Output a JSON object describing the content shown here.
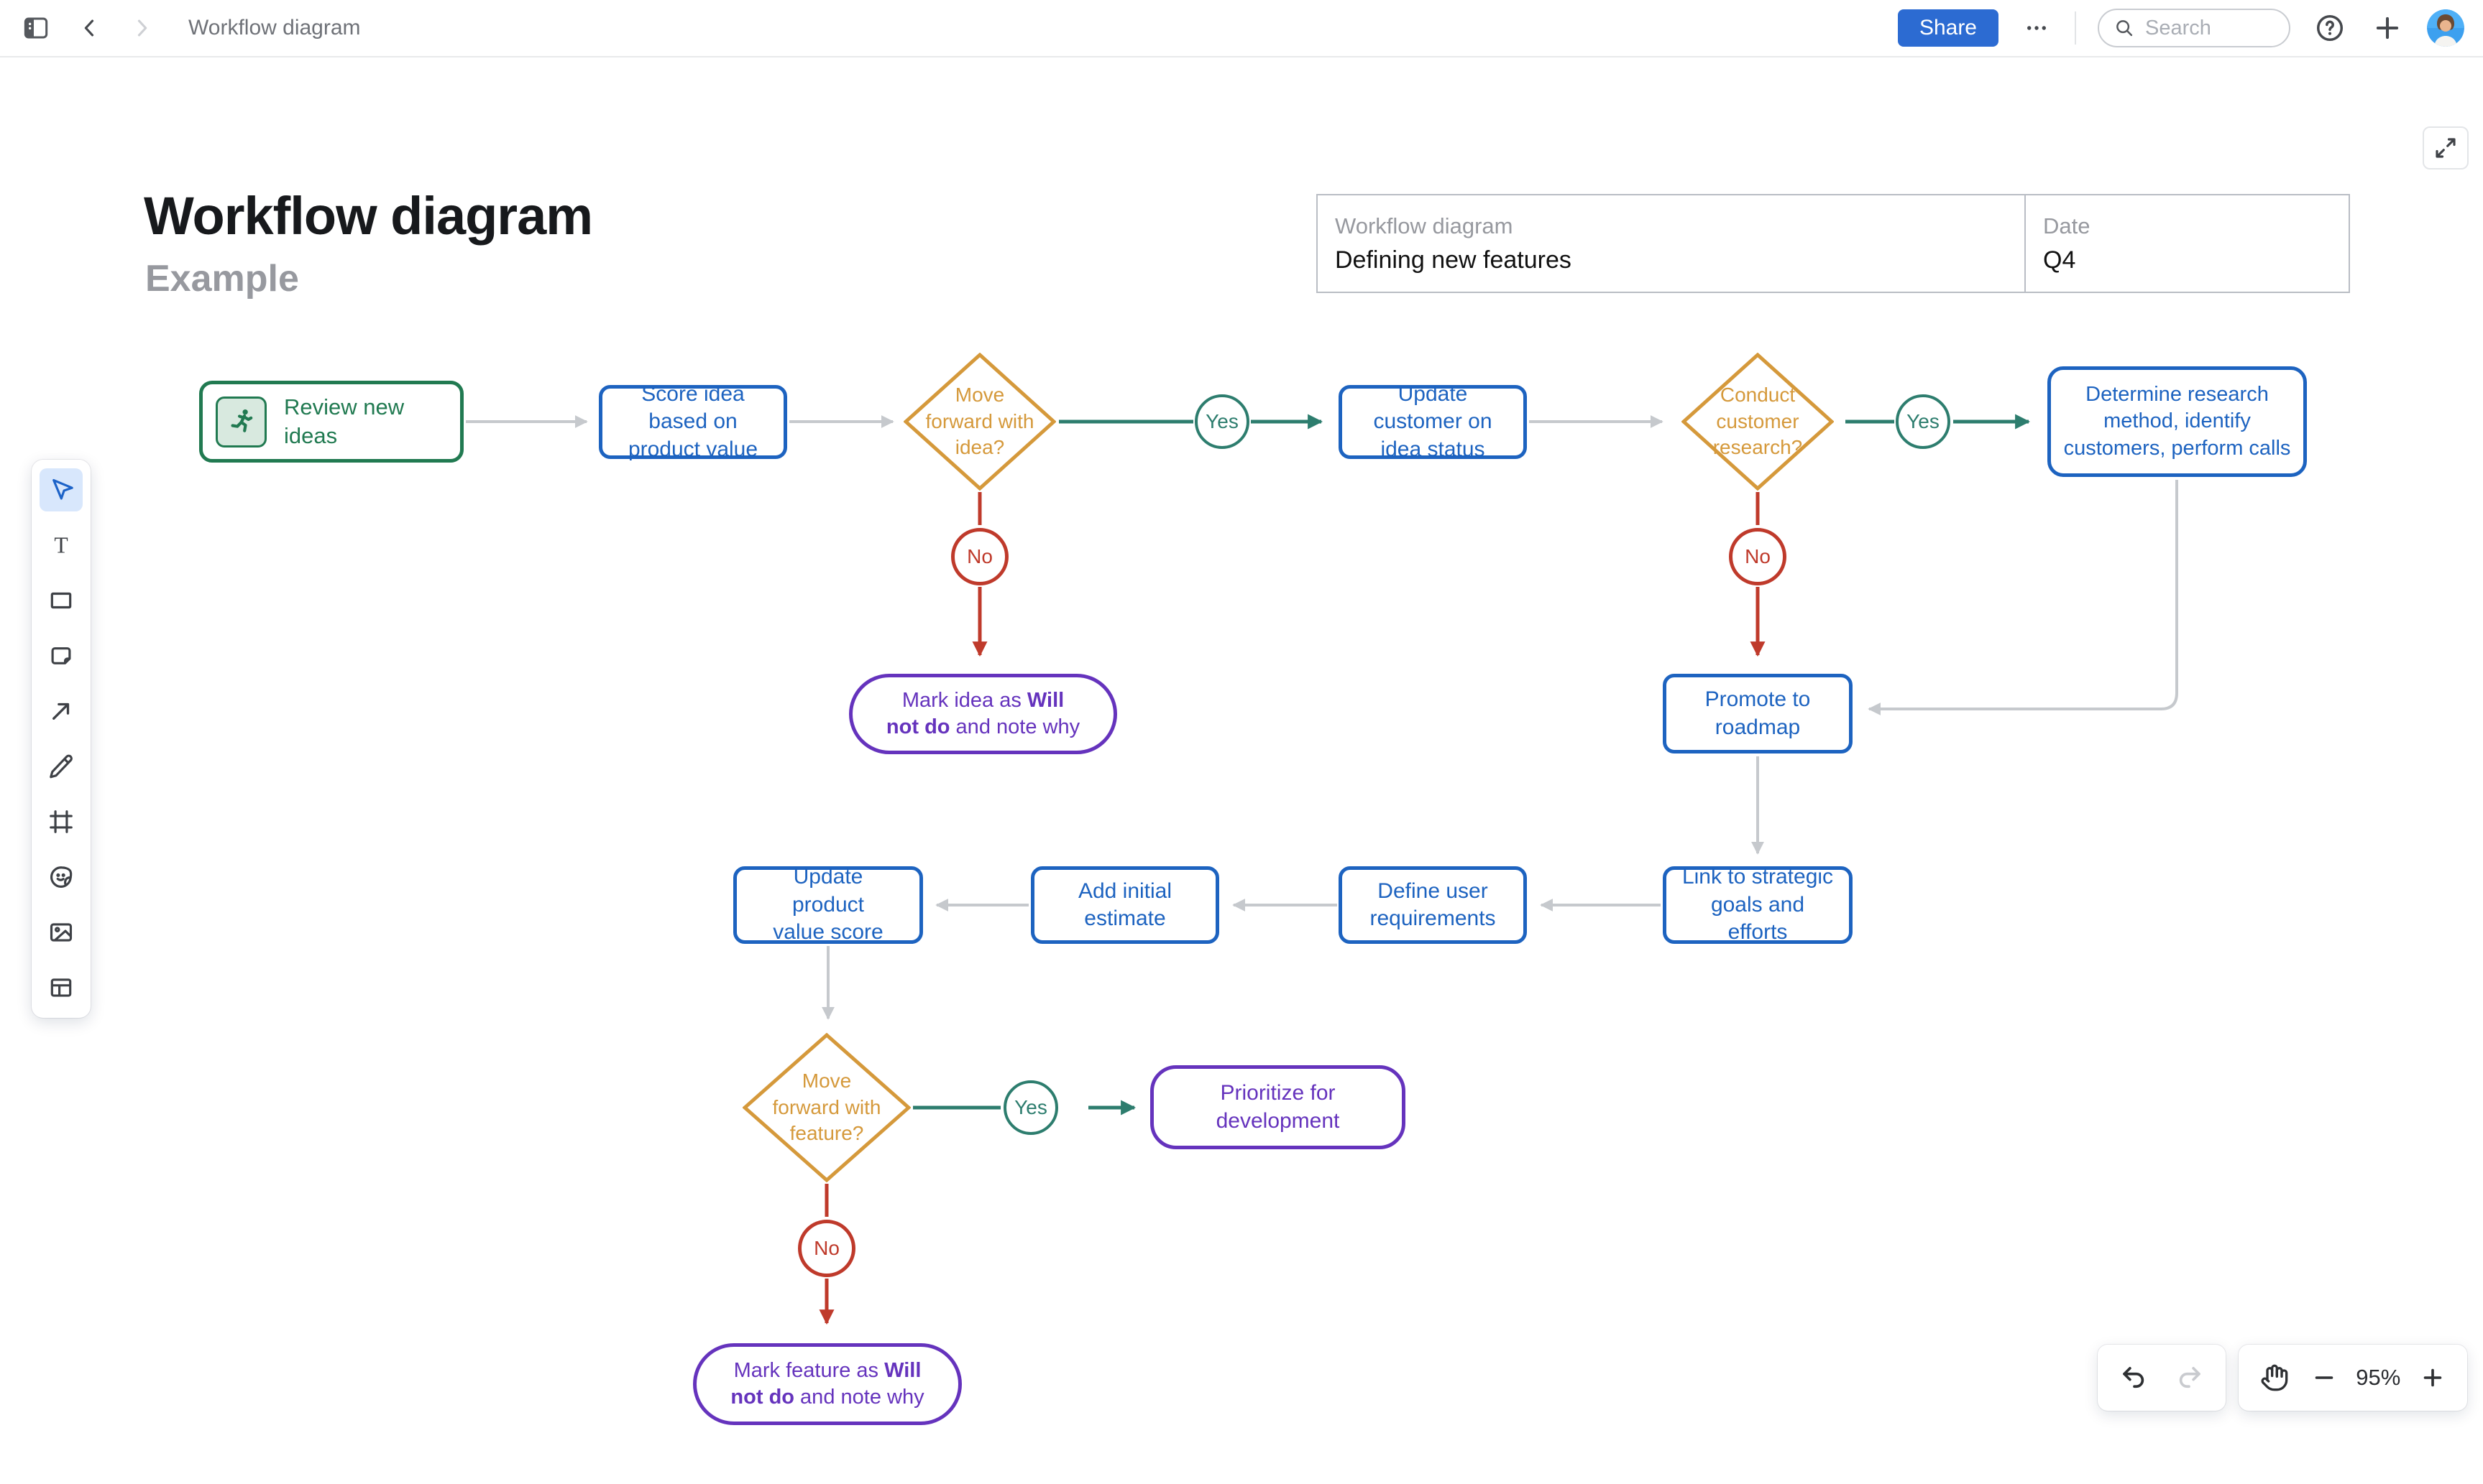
{
  "topbar": {
    "title": "Workflow diagram",
    "share_label": "Share",
    "search_placeholder": "Search"
  },
  "colors": {
    "accent": "#2c6bd2",
    "topbar_icon": "#45484d",
    "muted": "#97999f"
  },
  "canvas": {
    "title": "Workflow diagram",
    "subtitle": "Example",
    "info_table": {
      "columns": [
        {
          "label": "Workflow diagram",
          "value": "Defining new features"
        },
        {
          "label": "Date",
          "value": "Q4"
        }
      ]
    }
  },
  "toolbar": {
    "active_tool": "select",
    "tools": [
      "select",
      "text",
      "shape",
      "sticky-note",
      "connector",
      "pen",
      "frame",
      "sticker",
      "image",
      "template"
    ]
  },
  "flowchart": {
    "nodes": {
      "review": "Review new ideas",
      "score": "Score idea based on product value",
      "decision_idea": "Move forward with idea?",
      "update_customer": "Update customer on idea status",
      "decision_research": "Conduct customer research?",
      "determine_research": "Determine research method, identify customers, perform calls",
      "mark_idea": "Mark idea as **Will not do** and note why",
      "promote": "Promote to roadmap",
      "link_strategic": "Link to strategic goals and efforts",
      "define_requirements": "Define user requirements",
      "add_estimate": "Add initial estimate",
      "update_product": "Update product value score",
      "decision_feature": "Move forward with feature?",
      "prioritize": "Prioritize for development",
      "mark_feature": "Mark feature as **Will not do** and note why"
    },
    "labels": {
      "yes": "Yes",
      "no": "No"
    },
    "colors": {
      "blue": "#1d63c0",
      "green": "#217a51",
      "orange": "#d5993b",
      "teal": "#2d7d6e",
      "red": "#bf3a2b",
      "purple": "#6533bd",
      "gray": "#c6c9cd"
    }
  },
  "controls": {
    "zoom_level": "95%"
  }
}
